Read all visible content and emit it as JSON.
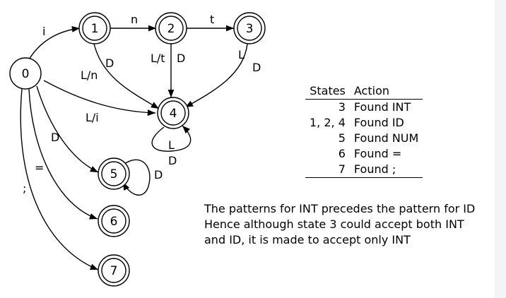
{
  "diagram": {
    "states": [
      {
        "id": "0",
        "label": "0",
        "accepting": false
      },
      {
        "id": "1",
        "label": "1",
        "accepting": true
      },
      {
        "id": "2",
        "label": "2",
        "accepting": true
      },
      {
        "id": "3",
        "label": "3",
        "accepting": true
      },
      {
        "id": "4",
        "label": "4",
        "accepting": true
      },
      {
        "id": "5",
        "label": "5",
        "accepting": true
      },
      {
        "id": "6",
        "label": "6",
        "accepting": true
      },
      {
        "id": "7",
        "label": "7",
        "accepting": true
      }
    ],
    "transitions": [
      {
        "from": "0",
        "to": "1",
        "label": "i"
      },
      {
        "from": "1",
        "to": "2",
        "label": "n"
      },
      {
        "from": "2",
        "to": "3",
        "label": "t"
      },
      {
        "from": "1",
        "to": "4",
        "label": "D",
        "label2": "L/n"
      },
      {
        "from": "2",
        "to": "4",
        "label": "L/t",
        "label2": "D"
      },
      {
        "from": "3",
        "to": "4",
        "label": "L",
        "label2": "D"
      },
      {
        "from": "0",
        "to": "4",
        "label": "L/i"
      },
      {
        "from": "4",
        "to": "4",
        "label": "L",
        "label2": "D"
      },
      {
        "from": "0",
        "to": "5",
        "label": "D"
      },
      {
        "from": "5",
        "to": "5",
        "label": "D"
      },
      {
        "from": "0",
        "to": "6",
        "label": "="
      },
      {
        "from": "0",
        "to": "7",
        "label": ";"
      }
    ]
  },
  "table": {
    "headers": {
      "states": "States",
      "action": "Action"
    },
    "rows": [
      {
        "states": "3",
        "action": "Found INT"
      },
      {
        "states": "1, 2, 4",
        "action": "Found ID"
      },
      {
        "states": "5",
        "action": "Found NUM"
      },
      {
        "states": "6",
        "action": "Found ="
      },
      {
        "states": "7",
        "action": "Found ;"
      }
    ]
  },
  "note": {
    "lines": [
      "The patterns for INT precedes the pattern for ID",
      "Hence although state 3 could accept both INT",
      "and ID, it is made to accept only INT"
    ]
  }
}
